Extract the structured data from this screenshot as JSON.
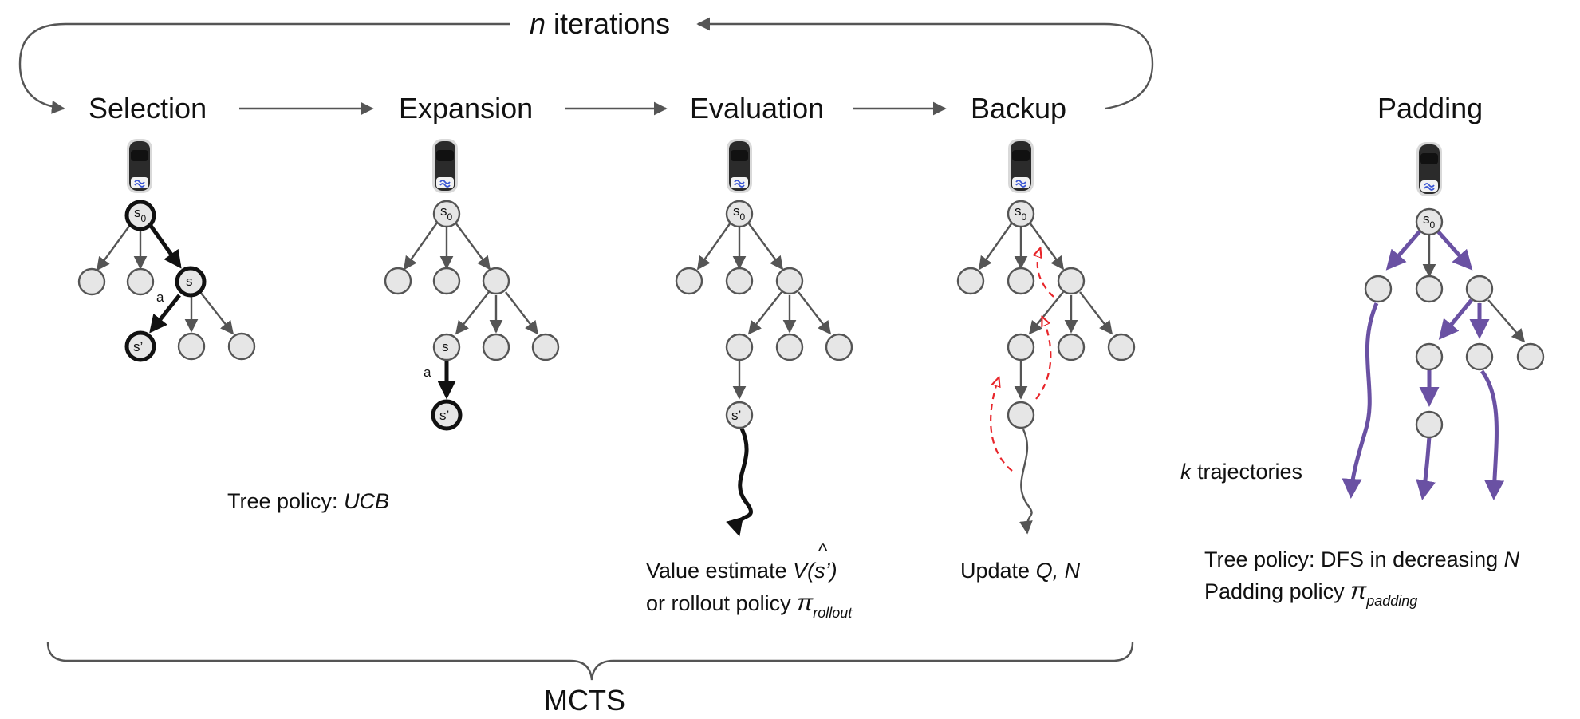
{
  "loop": {
    "n": "n",
    "iterations": "iterations"
  },
  "stages": {
    "selection": "Selection",
    "expansion": "Expansion",
    "evaluation": "Evaluation",
    "backup": "Backup",
    "padding": "Padding"
  },
  "node_labels": {
    "root": "s",
    "root_sub": "0",
    "s": "s",
    "s_prime": "s’",
    "action": "a"
  },
  "notes": {
    "selection": {
      "prefix": "Tree policy: ",
      "italic": "UCB"
    },
    "evaluation": {
      "line1_prefix": "Value estimate ",
      "line1_hat": "^",
      "line1_italic": "V(s’)",
      "line2_prefix": "or rollout policy ",
      "line2_pi": "π",
      "line2_sub": "rollout"
    },
    "backup": {
      "prefix": "Update ",
      "italic": "Q, N"
    },
    "padding": {
      "k": "k",
      "trajectories": " trajectories",
      "line1_prefix": "Tree policy: DFS in decreasing ",
      "line1_italic": "N",
      "line2_prefix": "Padding policy ",
      "line2_pi": "π",
      "line2_sub": "padding"
    }
  },
  "group_label": "MCTS",
  "colors": {
    "edge": "#555555",
    "node_fill": "#e6e6e6",
    "highlight": "#111111",
    "backup_arrow": "#e8262b",
    "padding_path": "#6a51a3"
  },
  "icons": [
    "car-icon"
  ]
}
